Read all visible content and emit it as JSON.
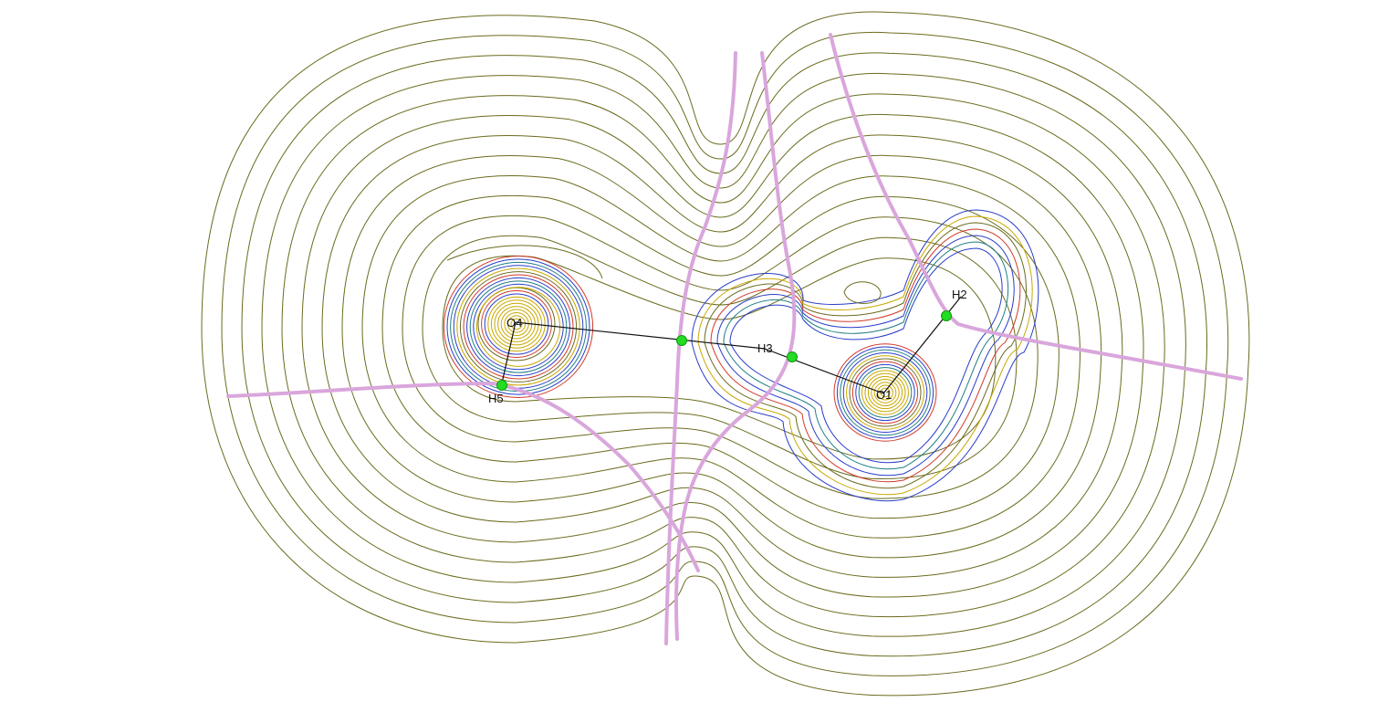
{
  "diagram": {
    "type": "electron-density-contour-map",
    "atoms": [
      {
        "id": "O4",
        "label": "O4"
      },
      {
        "id": "H5",
        "label": "H5"
      },
      {
        "id": "H3",
        "label": "H3"
      },
      {
        "id": "O1",
        "label": "O1"
      },
      {
        "id": "H2",
        "label": "H2"
      }
    ],
    "bond_paths": [
      [
        "O4",
        "H5"
      ],
      [
        "O4",
        "H3"
      ],
      [
        "H3",
        "O1"
      ],
      [
        "O1",
        "H2"
      ]
    ],
    "critical_point_count": 4,
    "colors": {
      "outer_contour": "#6b6b1e",
      "inner_contour_blue": "#2a3dc8",
      "inner_contour_red": "#d03a2a",
      "inner_contour_teal": "#1f7f84",
      "inner_contour_yellow": "#c9a800",
      "interatomic_surface": "#d9a6dc",
      "critical_point": "#22dd22",
      "bond_path": "#111111"
    }
  }
}
